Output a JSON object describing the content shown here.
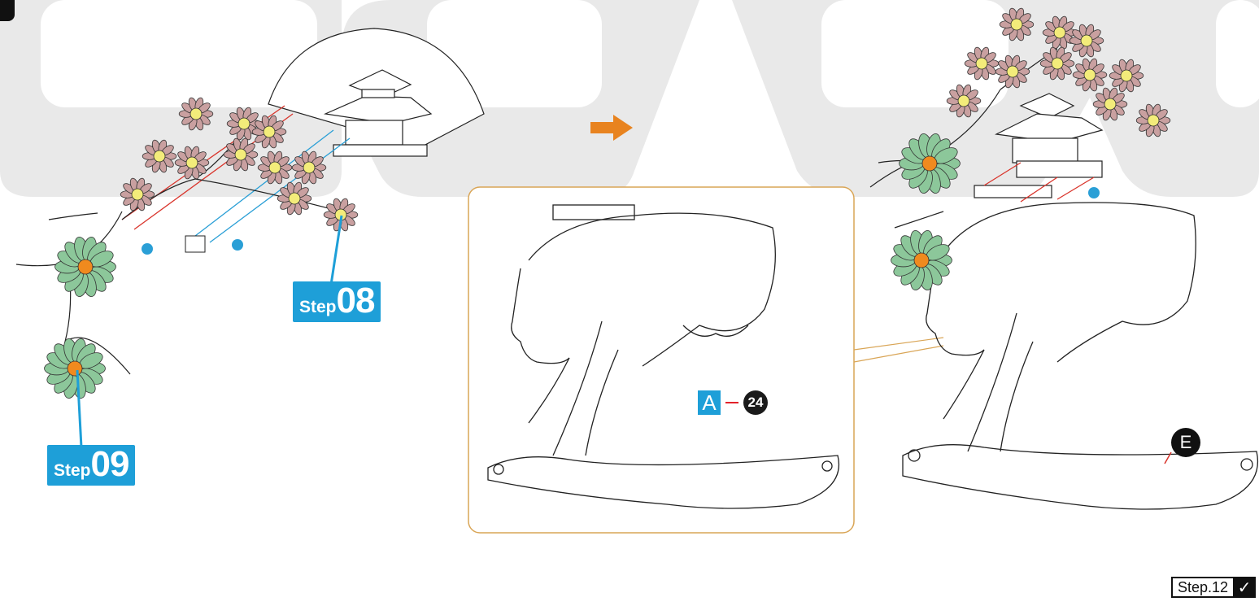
{
  "steps": {
    "step08": {
      "word": "Step",
      "num": "08"
    },
    "step09": {
      "word": "Step",
      "num": "09"
    }
  },
  "part_callout": {
    "letter": "A",
    "number": "24"
  },
  "marker": {
    "letter": "E"
  },
  "footer": {
    "label": "Step.12",
    "check": "✓"
  },
  "colors": {
    "accent_blue": "#1e9fd8",
    "arrow_orange": "#e8831f",
    "guide_red": "#d9342b",
    "guide_blue": "#2a9fd6",
    "detail_border": "#d9a556",
    "flower_yellow": "#f3ec7a",
    "flower_pink": "#c9a0a0",
    "flower_green": "#8cc79a",
    "flower_orange": "#f08a1e",
    "background_shape": "#e8e8e8"
  }
}
